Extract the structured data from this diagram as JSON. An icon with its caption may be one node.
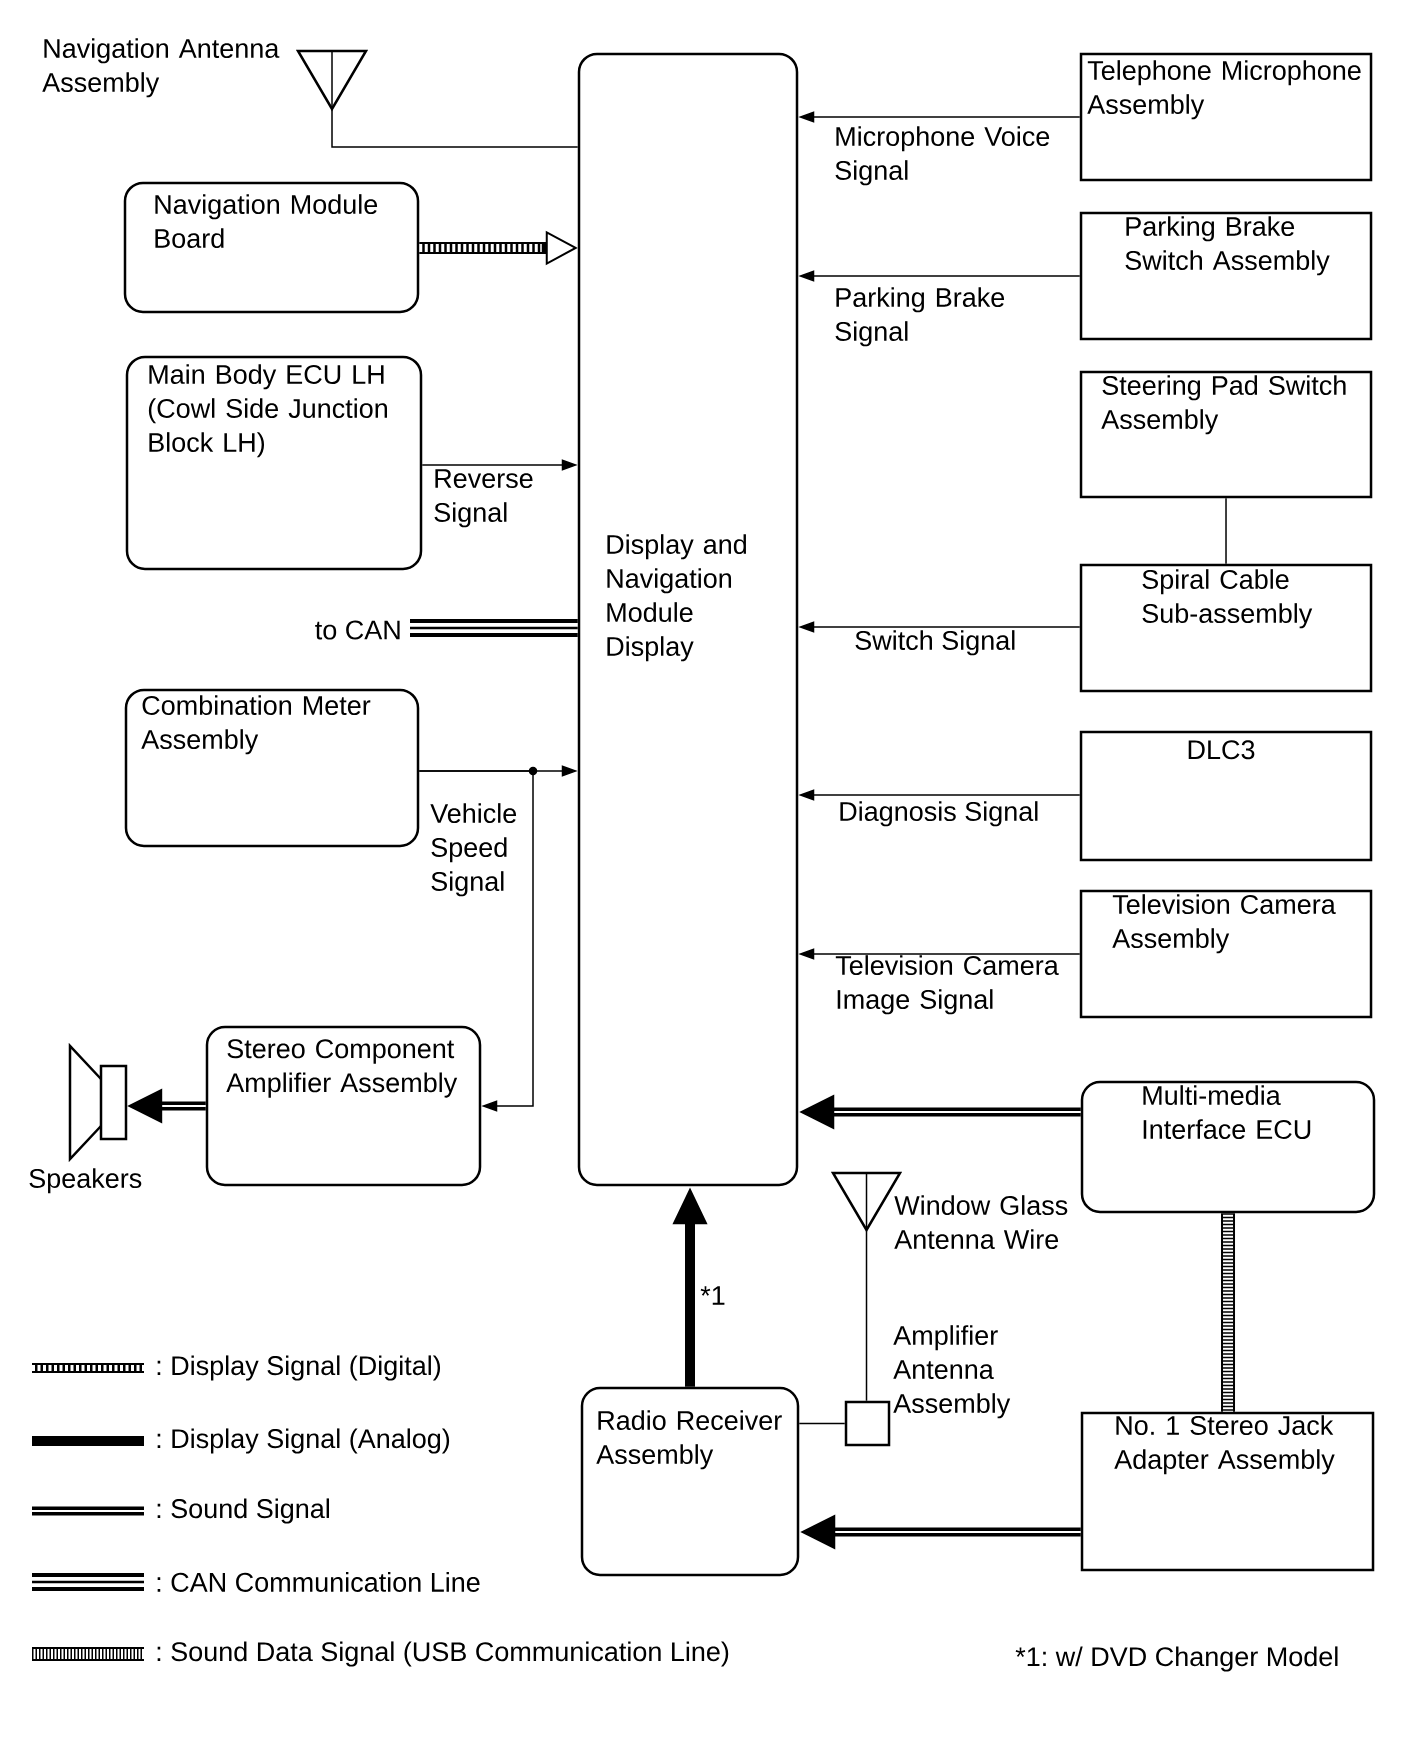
{
  "diagram": {
    "nodes": [
      {
        "text": [
          "Navigation Antenna Assembly"
        ]
      },
      {
        "text": [
          "Navigation Module Board"
        ]
      },
      {
        "text": [
          "Main Body ECU LH (Cowl Side Junction Block LH)"
        ]
      },
      {
        "text": [
          "Display and Navigation Module Display"
        ]
      },
      {
        "text": [
          "to CAN"
        ]
      },
      {
        "text": [
          "Combination Meter Assembly"
        ]
      },
      {
        "text": [
          "Stereo Component Amplifier Assembly"
        ]
      },
      {
        "text": [
          "Speakers"
        ]
      },
      {
        "text": [
          "Telephone Microphone Assembly"
        ]
      },
      {
        "text": [
          "Parking Brake Switch Assembly"
        ]
      },
      {
        "text": [
          "Steering Pad Switch Assembly"
        ]
      },
      {
        "text": [
          "Spiral Cable Sub-assembly"
        ]
      },
      {
        "text": [
          "DLC3"
        ]
      },
      {
        "text": [
          "Television Camera Assembly"
        ]
      },
      {
        "text": [
          "Multi-media Interface ECU"
        ]
      },
      {
        "text": [
          "Window Glass Antenna Wire"
        ]
      },
      {
        "text": [
          "Amplifier Antenna Assembly"
        ]
      },
      {
        "text": [
          "Radio Receiver Assembly"
        ]
      },
      {
        "text": [
          "No. 1 Stereo Jack Adapter Assembly"
        ]
      }
    ],
    "edges": [
      {
        "from": 0,
        "to": 3,
        "arrow": "none"
      },
      {
        "from": 1,
        "to": 3,
        "arrow": "to",
        "style": "thick"
      },
      {
        "from": 2,
        "to": 3,
        "arrow": "to",
        "label": "Reverse Signal"
      },
      {
        "from": 3,
        "to": 4,
        "arrow": "none",
        "style": "thick"
      },
      {
        "from": 5,
        "to": 3,
        "arrow": "to",
        "label": "Vehicle Speed Signal"
      },
      {
        "from": 5,
        "to": 6,
        "arrow": "to"
      },
      {
        "from": 6,
        "to": 7,
        "arrow": "to",
        "style": "thick"
      },
      {
        "from": 8,
        "to": 3,
        "arrow": "to",
        "label": "Microphone Voice Signal"
      },
      {
        "from": 9,
        "to": 3,
        "arrow": "to",
        "label": "Parking Brake Signal"
      },
      {
        "from": 10,
        "to": 11,
        "arrow": "none"
      },
      {
        "from": 11,
        "to": 3,
        "arrow": "to",
        "label": "Switch Signal"
      },
      {
        "from": 12,
        "to": 3,
        "arrow": "to",
        "label": "Diagnosis Signal"
      },
      {
        "from": 13,
        "to": 3,
        "arrow": "to",
        "label": "Television Camera Image Signal"
      },
      {
        "from": 14,
        "to": 3,
        "arrow": "to",
        "style": "thick"
      },
      {
        "from": 14,
        "to": 18,
        "arrow": "none",
        "style": "thick"
      },
      {
        "from": 15,
        "to": 16,
        "arrow": "none"
      },
      {
        "from": 16,
        "to": 17,
        "arrow": "none"
      },
      {
        "from": 17,
        "to": 3,
        "arrow": "to",
        "label": "*1",
        "style": "thick"
      },
      {
        "from": 18,
        "to": 17,
        "arrow": "to",
        "style": "thick"
      }
    ],
    "labels": [
      "*1: w/ DVD Changer Model"
    ],
    "legend": [
      {
        "text": ": Display Signal (Digital)"
      },
      {
        "text": ": Display Signal (Analog)"
      },
      {
        "text": ": Sound Signal"
      },
      {
        "text": ": CAN Communication Line"
      },
      {
        "text": ": Sound Data Signal (USB Communication Line)"
      }
    ]
  }
}
